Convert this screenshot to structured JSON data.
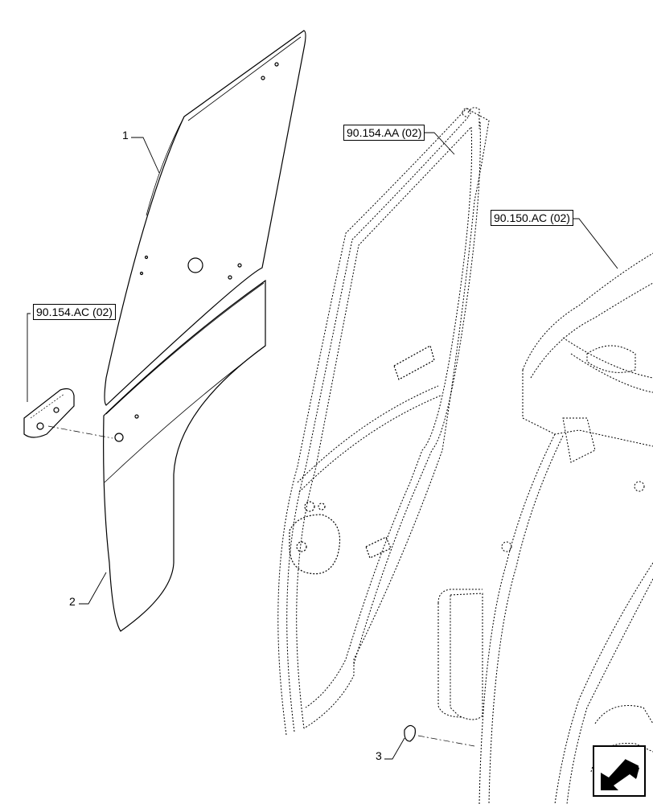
{
  "references": {
    "ref_154_ac": "90.154.AC (02)",
    "ref_154_aa": "90.154.AA (02)",
    "ref_150_ac": "90.150.AC (02)"
  },
  "callouts": {
    "item_1": "1",
    "item_2": "2",
    "item_3": "3"
  },
  "icons": {
    "navigation": "arrow-left-down-icon"
  }
}
